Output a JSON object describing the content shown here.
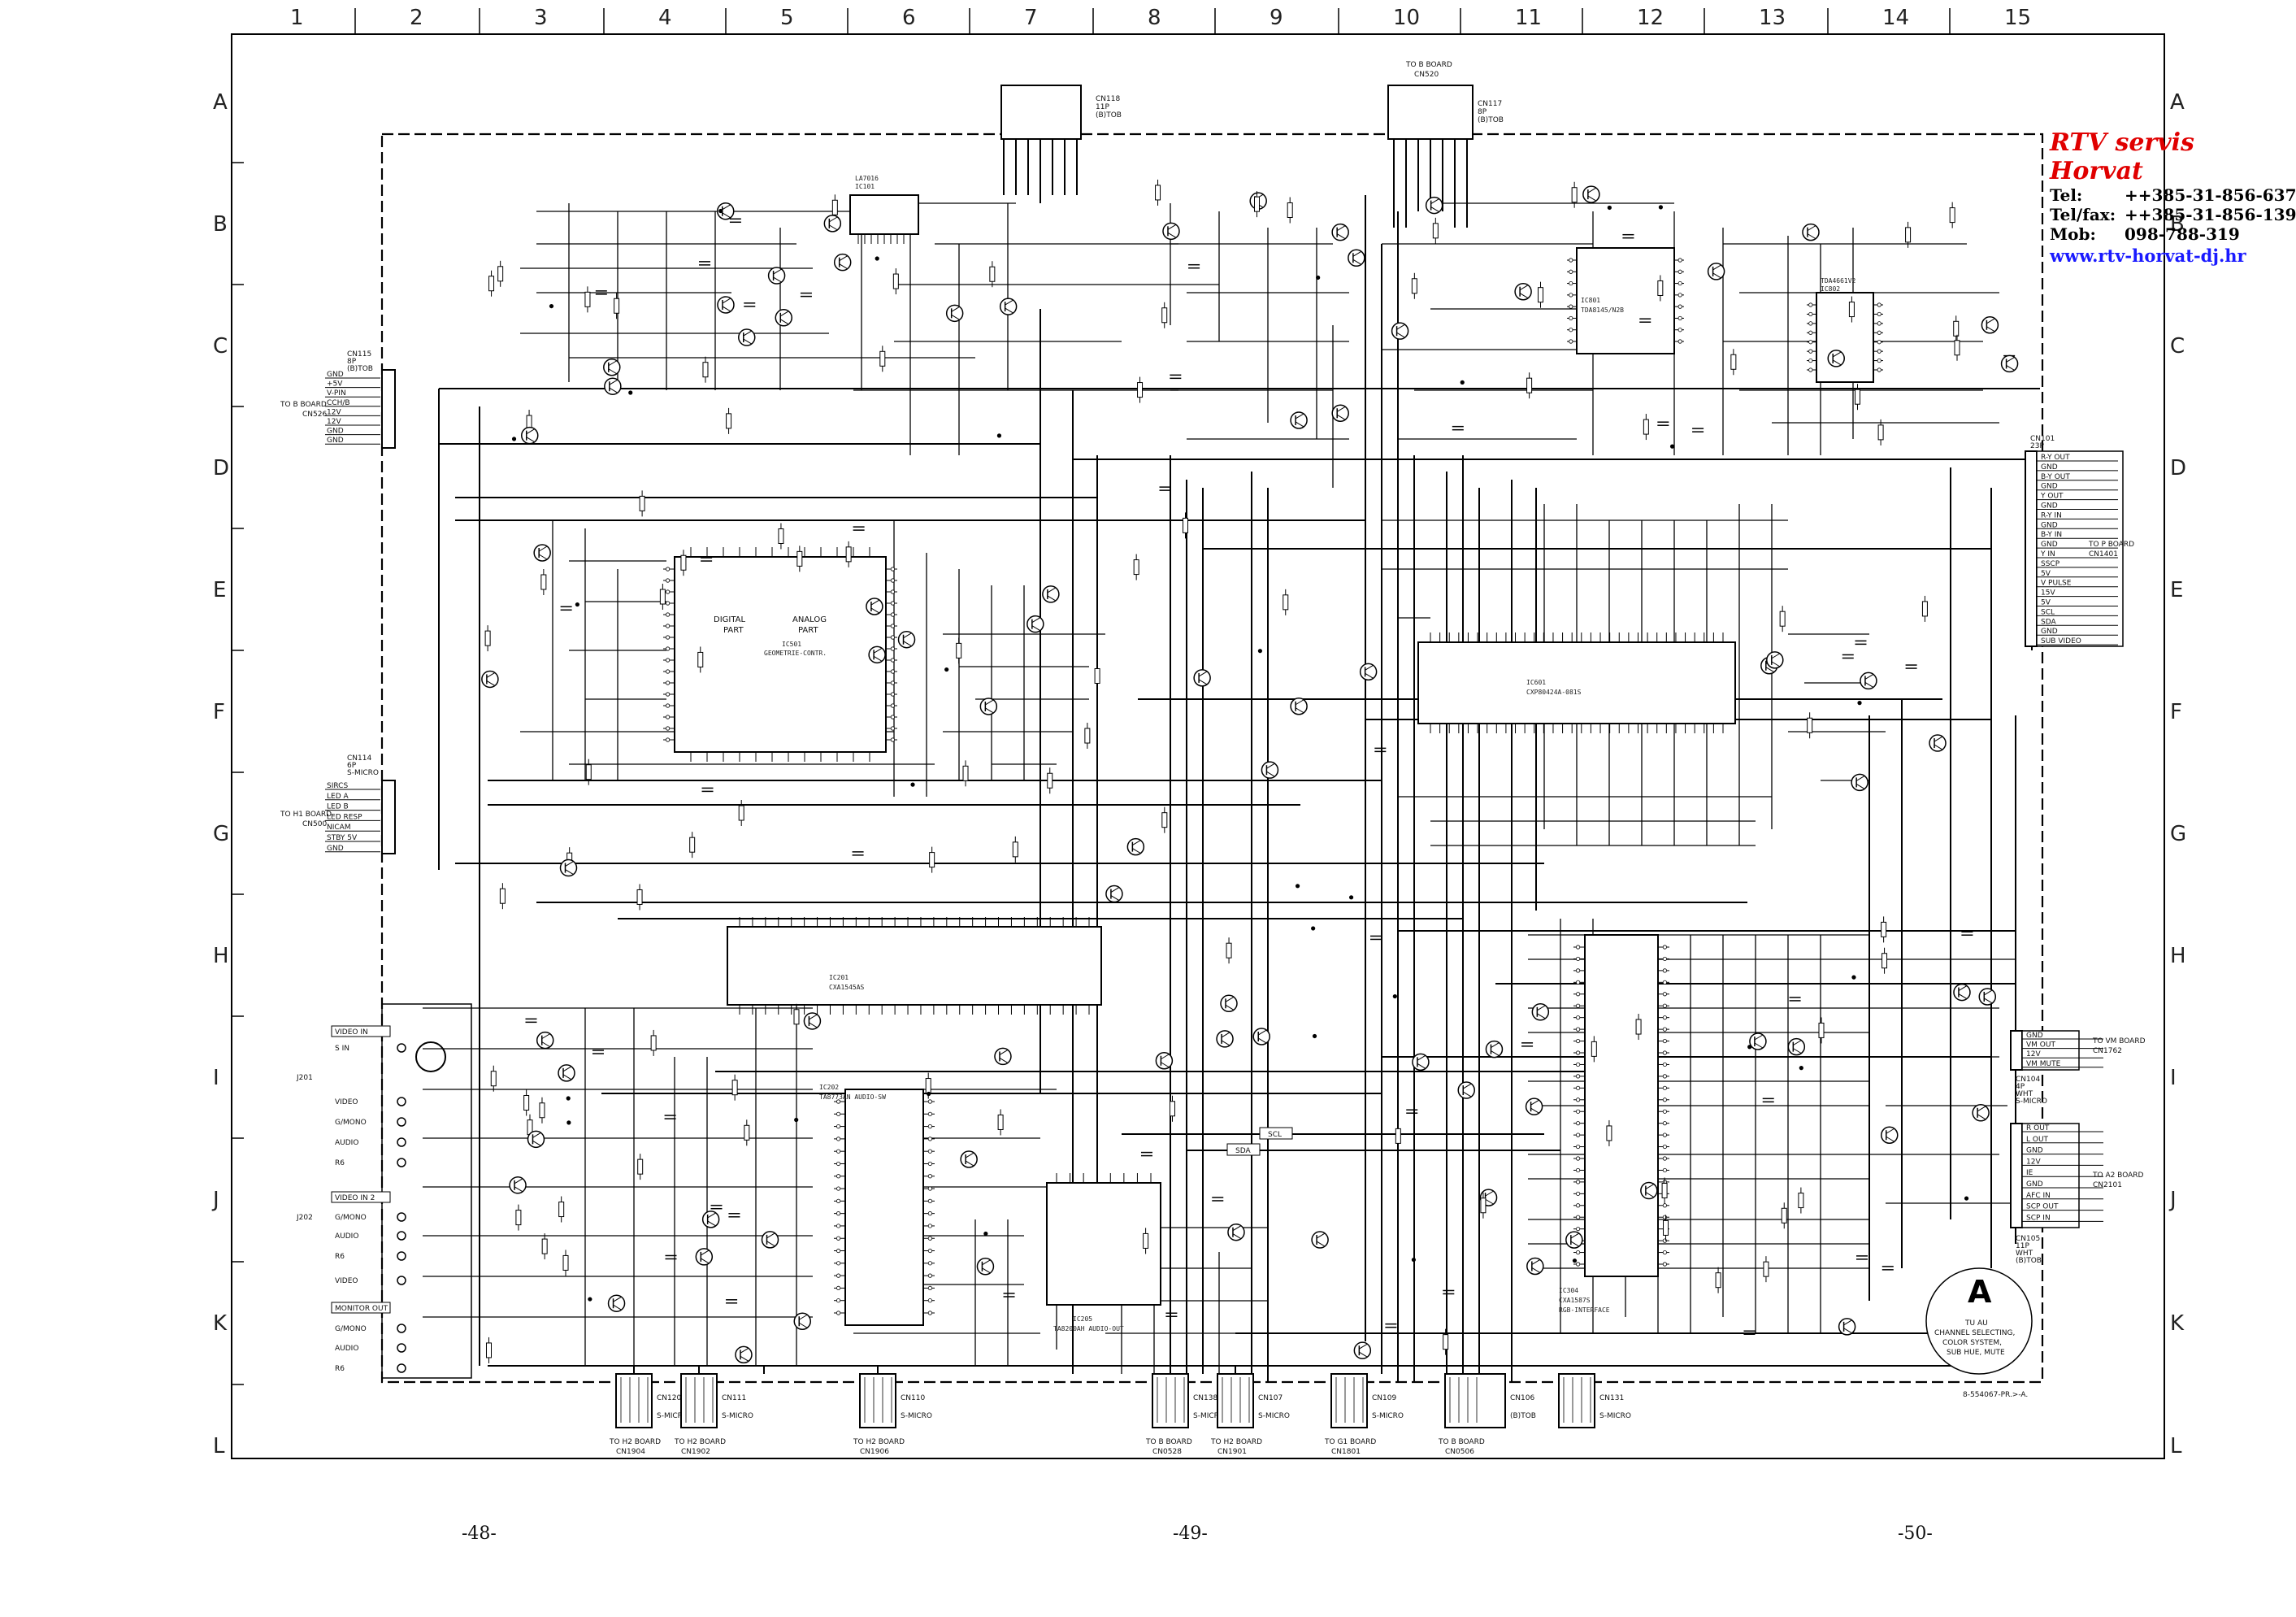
{
  "grid": {
    "columns": [
      "1",
      "2",
      "3",
      "4",
      "5",
      "6",
      "7",
      "8",
      "9",
      "10",
      "11",
      "12",
      "13",
      "14",
      "15"
    ],
    "rows": [
      "A",
      "B",
      "C",
      "D",
      "E",
      "F",
      "G",
      "H",
      "I",
      "J",
      "K",
      "L"
    ]
  },
  "shop": {
    "name": "RTV servis Horvat",
    "tel_label": "Tel:",
    "tel_value": "++385-31-856-637",
    "telfax_label": "Tel/fax:",
    "telfax_value": "++385-31-856-139",
    "mob_label": "Mob:",
    "mob_value": "098-788-319",
    "web": "www.rtv-horvat-dj.hr"
  },
  "page_numbers": [
    "-48-",
    "-49-",
    "-50-"
  ],
  "board": {
    "letter": "A",
    "caption_lines": [
      "TU AU",
      "CHANNEL SELECTING,",
      "COLOR SYSTEM,",
      "SUB HUE, MUTE"
    ],
    "drawing_code": "8-554067-PR.>-A."
  },
  "ics": {
    "ic101": {
      "ref": "IC101",
      "part": "LA7016"
    },
    "ic501": {
      "ref": "IC501",
      "parts": [
        "ANALOG",
        "PART"
      ],
      "geometry": "GEOMETRIE-CONTR."
    },
    "ic501_left": [
      "DIGITAL",
      "PART"
    ],
    "ic601": {
      "ref": "IC601",
      "part": "CXP80424A-081S"
    },
    "ic201": {
      "ref": "IC201",
      "part": "CXA1545AS"
    },
    "ic202": {
      "ref": "IC202",
      "part": "TA8773AN AUDIO-SW"
    },
    "ic205": {
      "ref": "IC205",
      "part": "TA8200AH AUDIO-OUT"
    },
    "ic801": {
      "ref": "IC801",
      "part": "TDA8145/N2B"
    },
    "ic802": {
      "ref": "IC802",
      "part": "TDA4661V2"
    },
    "ic304": {
      "ref": "IC304",
      "part": "CXA1587S",
      "desc": "RGB-INTERFACE"
    }
  },
  "connectors": {
    "cn115": {
      "ref": "CN115",
      "sub": [
        "8P",
        "(B)TOB"
      ],
      "pins": [
        "GND",
        "+5V",
        "V-PIN",
        "CCH/B",
        "12V",
        "12V",
        "GND",
        "GND"
      ],
      "to": [
        "TO B BOARD",
        "CN526"
      ]
    },
    "cn114": {
      "ref": "CN114",
      "sub": [
        "6P",
        "S-MICRO"
      ],
      "pins": [
        "SIRCS",
        "LED A",
        "LED B",
        "LED RESP",
        "NICAM",
        "STBY 5V",
        "GND"
      ],
      "to": [
        "TO H1 BOARD",
        "CN500"
      ]
    },
    "cn101": {
      "ref": "CN101",
      "sub": [
        "23P"
      ],
      "pins": [
        "R-Y OUT",
        "GND",
        "B-Y OUT",
        "GND",
        "Y OUT",
        "GND",
        "R-Y IN",
        "GND",
        "B-Y IN",
        "GND",
        "Y IN",
        "SSCP",
        "5V",
        "V PULSE",
        "15V",
        "5V",
        "SCL",
        "SDA",
        "GND",
        "SUB VIDEO"
      ],
      "to": [
        "TO P BOARD",
        "CN1401"
      ]
    },
    "cn104": {
      "ref": "CN104",
      "sub": [
        "4P",
        "WHT",
        "S-MICRO"
      ],
      "pins": [
        "GND",
        "VM OUT",
        "12V",
        "VM MUTE"
      ],
      "to": [
        "TO VM BOARD",
        "CN1762"
      ]
    },
    "cn105": {
      "ref": "CN105",
      "sub": [
        "11P",
        "WHT",
        "(B)TOB"
      ],
      "pins": [
        "R OUT",
        "L OUT",
        "GND",
        "12V",
        "IE",
        "GND",
        "AFC IN",
        "SCP OUT",
        "SCP IN"
      ],
      "to": [
        "TO A2 BOARD",
        "CN2101"
      ]
    },
    "cn118": {
      "ref": "CN118",
      "sub": [
        "11P",
        "(B)TOB"
      ],
      "top": true
    },
    "cn520": {
      "ref": "CN520",
      "to": [
        "TO B BOARD",
        "CN520"
      ],
      "top": true
    },
    "cn117": {
      "ref": "CN117",
      "sub": [
        "8P",
        "(B)TOB"
      ],
      "top": true
    }
  },
  "bottom_connectors": [
    {
      "ref": "CN120",
      "sub": "S-MICRO",
      "to": "TO H2 BOARD",
      "to2": "CN1904"
    },
    {
      "ref": "CN111",
      "sub": "S-MICRO",
      "to": "TO H2 BOARD",
      "to2": "CN1902"
    },
    {
      "ref": "CN110",
      "sub": "S-MICRO",
      "to": "TO H2 BOARD",
      "to2": "CN1906"
    },
    {
      "ref": "CN138",
      "sub": "S-MICRO",
      "to": "TO B BOARD",
      "to2": "CN0528"
    },
    {
      "ref": "CN107",
      "sub": "S-MICRO",
      "to": "TO H2 BOARD",
      "to2": "CN1901"
    },
    {
      "ref": "CN109",
      "sub": "S-MICRO",
      "to": "TO G1 BOARD",
      "to2": "CN1801"
    },
    {
      "ref": "CN106",
      "sub": "(B)TOB",
      "to": "TO B BOARD",
      "to2": "CN0506"
    },
    {
      "ref": "CN131",
      "sub": "S-MICRO",
      "to": "",
      "to2": ""
    }
  ],
  "av_panel": {
    "j201": "J201",
    "j202": "J202",
    "groups": [
      "VIDEO IN",
      "S IN",
      "VIDEO",
      "G/MONO",
      "AUDIO",
      "R6",
      "VIDEO IN 2",
      "G/MONO",
      "AUDIO",
      "R6",
      "VIDEO",
      "MONITOR OUT",
      "G/MONO",
      "AUDIO",
      "R6"
    ]
  },
  "bus": {
    "scl": "SCL",
    "sda": "SDA"
  }
}
